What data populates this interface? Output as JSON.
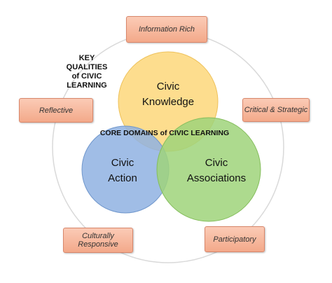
{
  "qualities_title": [
    "KEY QUALITIES",
    "of CIVIC",
    "LEARNING"
  ],
  "core_title": "CORE DOMAINS of CIVIC LEARNING",
  "domains": [
    {
      "line1": "Civic",
      "line2": "Knowledge",
      "color": "#fdd77a"
    },
    {
      "line1": "Civic",
      "line2": "Action",
      "color": "#8fb2e2"
    },
    {
      "line1": "Civic",
      "line2": "Associations",
      "color": "#9fd37a"
    }
  ],
  "qualities": [
    "Information Rich",
    "Critical & Strategic",
    "Participatory",
    "Culturally Responsive",
    "Reflective"
  ],
  "colors": {
    "quality_box_top": "#fbcbb6",
    "quality_box_bottom": "#f3a98a",
    "outer_ring": "#d9d9d9"
  }
}
